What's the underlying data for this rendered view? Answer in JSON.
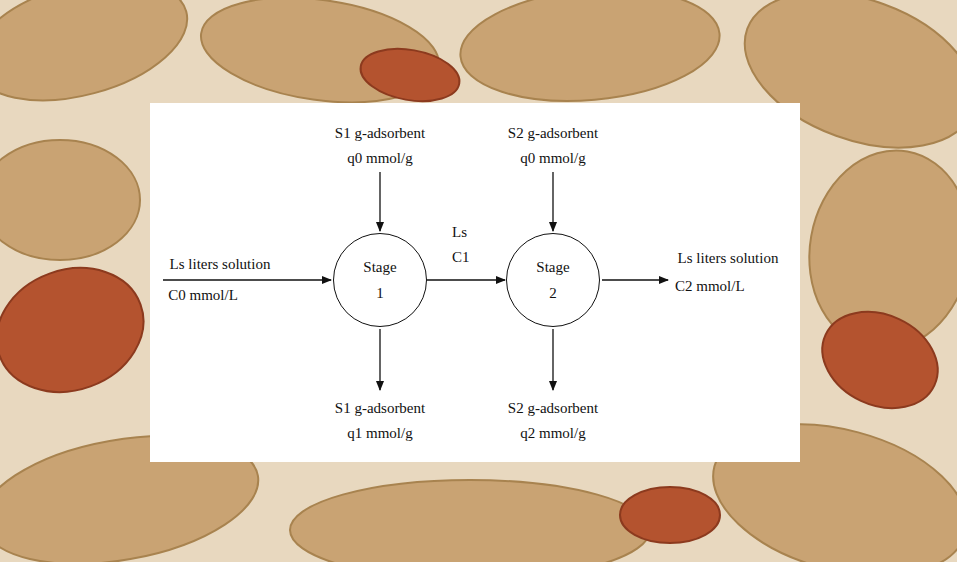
{
  "diagram": {
    "nodes": [
      {
        "text": [
          "Stage 1"
        ]
      },
      {
        "text": [
          "Stage 2"
        ]
      }
    ],
    "edges": [
      {
        "from": 0,
        "to": 1,
        "arrow": "to"
      }
    ],
    "labels": [
      "S1 g-adsorbent",
      "q0 mmol/g",
      "S2 g-adsorbent",
      "q0 mmol/g",
      "Ls liters solution",
      "C0 mmol/L",
      "Ls",
      "C1",
      "Ls liters solution",
      "C2 mmol/L",
      "S1 g-adsorbent",
      "q1 mmol/g",
      "S2 g-adsorbent",
      "q2 mmol/g"
    ]
  }
}
